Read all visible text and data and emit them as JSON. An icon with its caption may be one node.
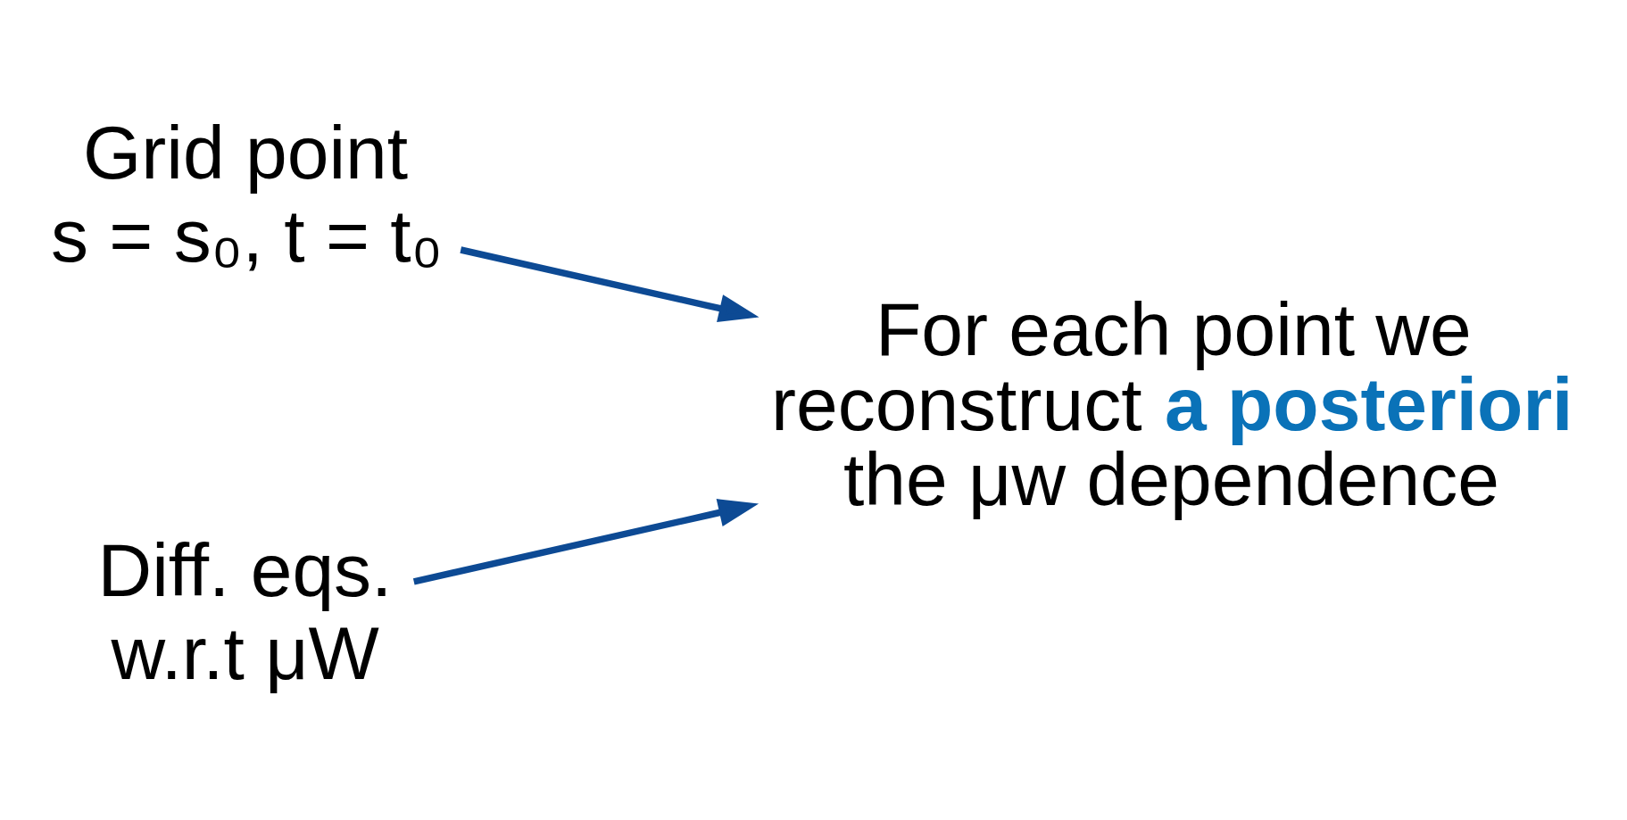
{
  "diagram": {
    "nodes": [
      {
        "text": [
          "Grid point",
          "s = s₀, t = t₀"
        ]
      },
      {
        "text": [
          "Diff. eqs. w.r.t μW"
        ]
      },
      {
        "text": [
          "For each point we reconstruct **a posteriori** the μw dependence"
        ]
      }
    ],
    "edges": [
      {
        "from": 0,
        "to": 2,
        "arrow": "to",
        "color": "#0d4a94"
      },
      {
        "from": 1,
        "to": 2,
        "arrow": "to",
        "color": "#0d4a94"
      }
    ]
  }
}
